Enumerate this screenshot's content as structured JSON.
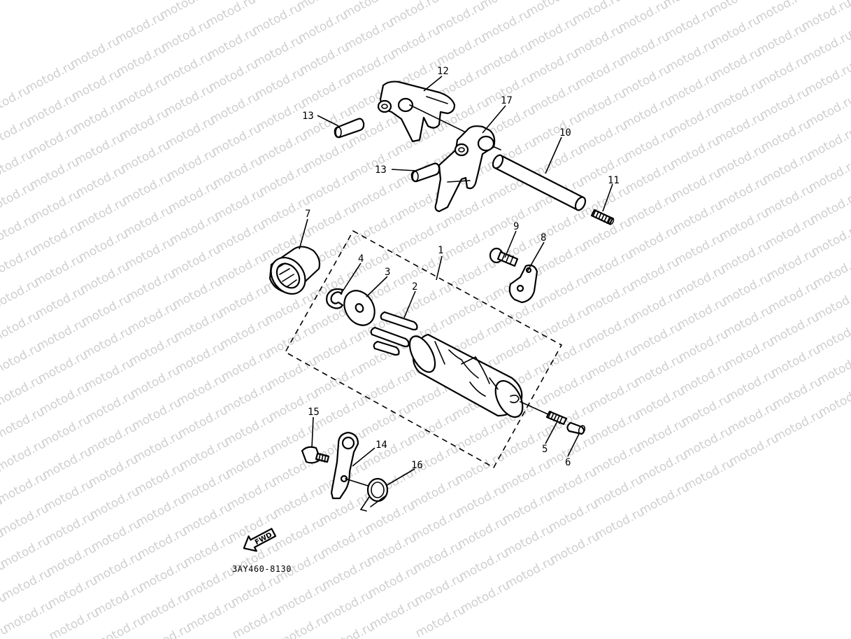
{
  "watermark": {
    "text": "motod.ru"
  },
  "diagram": {
    "drawing_code": "3AY460-8130",
    "direction_label": "FWD",
    "callouts": [
      "1",
      "2",
      "3",
      "4",
      "5",
      "6",
      "7",
      "8",
      "9",
      "10",
      "11",
      "12",
      "13",
      "13",
      "14",
      "15",
      "16",
      "17"
    ]
  }
}
